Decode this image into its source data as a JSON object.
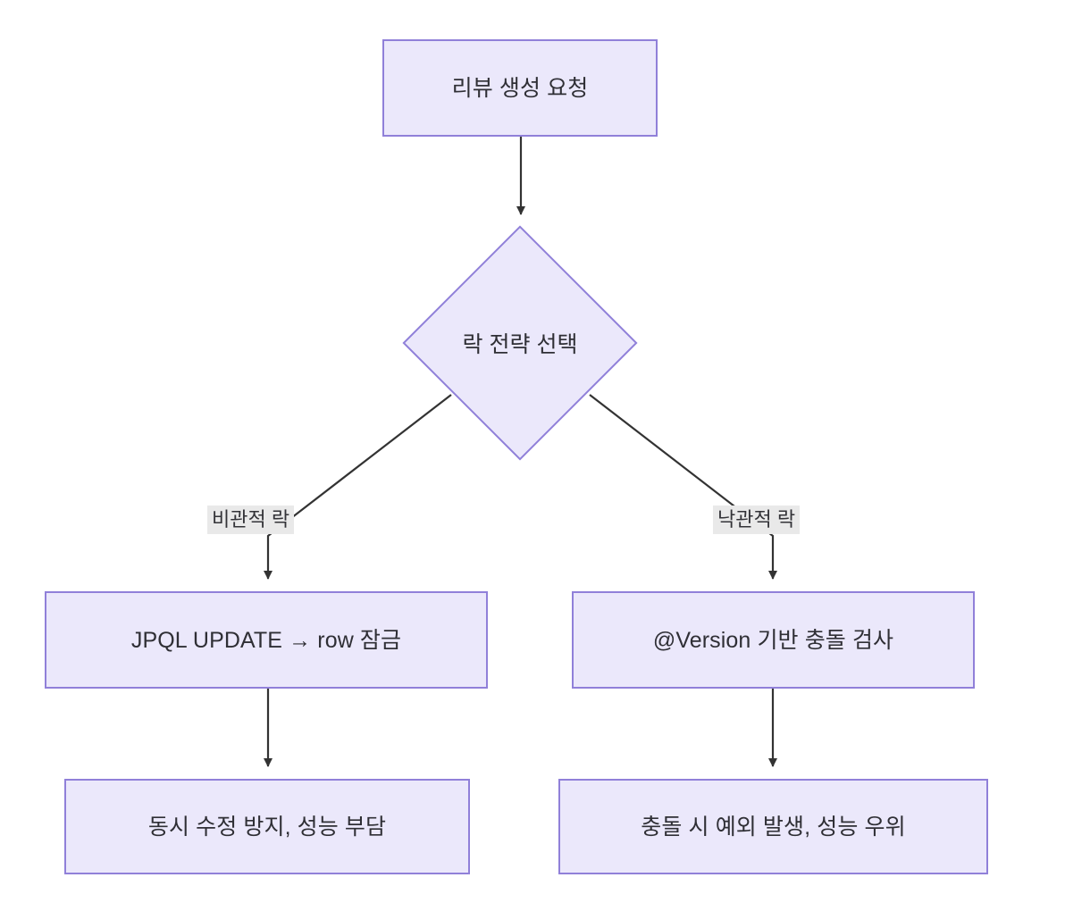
{
  "diagram": {
    "type": "flowchart",
    "direction": "top-down",
    "background_color": "#ffffff",
    "node_fill_color": "#ebe8fb",
    "node_border_color": "#9080d9",
    "node_text_color": "#2f2f35",
    "edge_color": "#333333",
    "edge_label_background": "#e9e9e9",
    "edge_label_text_color": "#333338",
    "nodes": [
      {
        "id": "start",
        "shape": "rectangle",
        "label": "리뷰 생성 요청"
      },
      {
        "id": "decision",
        "shape": "diamond",
        "label": "락 전략 선택"
      },
      {
        "id": "proc_left",
        "shape": "rectangle",
        "label": "JPQL UPDATE → row 잠금"
      },
      {
        "id": "proc_right",
        "shape": "rectangle",
        "label": "@Version 기반 충돌 검사"
      },
      {
        "id": "out_left",
        "shape": "rectangle",
        "label": "동시 수정 방지, 성능 부담"
      },
      {
        "id": "out_right",
        "shape": "rectangle",
        "label": "충돌 시 예외 발생, 성능 우위"
      }
    ],
    "edges": [
      {
        "from": "start",
        "to": "decision",
        "label": ""
      },
      {
        "from": "decision",
        "to": "proc_left",
        "label": "비관적 락"
      },
      {
        "from": "decision",
        "to": "proc_right",
        "label": "낙관적 락"
      },
      {
        "from": "proc_left",
        "to": "out_left",
        "label": ""
      },
      {
        "from": "proc_right",
        "to": "out_right",
        "label": ""
      }
    ],
    "edge_labels": {
      "pessimistic": "비관적 락",
      "optimistic": "낙관적 락"
    }
  }
}
